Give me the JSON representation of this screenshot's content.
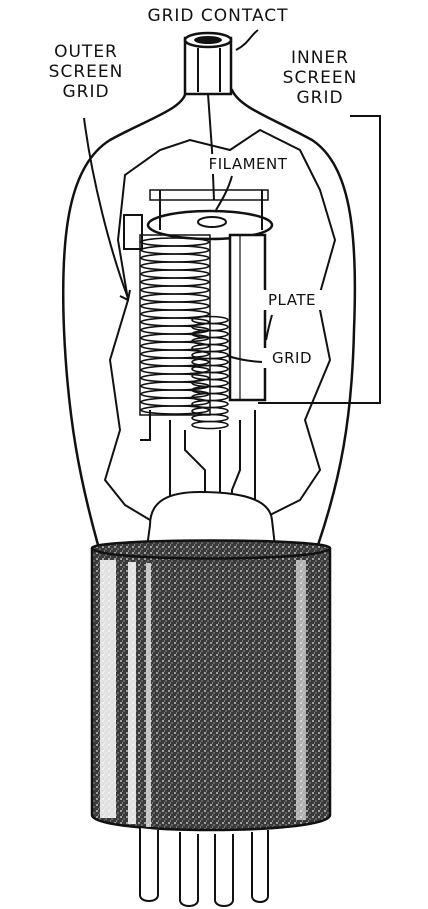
{
  "labels": {
    "grid_contact": "GRID CONTACT",
    "outer_screen_grid": [
      "OUTER",
      "SCREEN",
      "GRID"
    ],
    "inner_screen_grid": [
      "INNER",
      "SCREEN",
      "GRID"
    ],
    "filament": "FILAMENT",
    "plate": "PLATE",
    "grid": "GRID"
  },
  "colors": {
    "ink": "#111111",
    "paper": "#ffffff"
  }
}
